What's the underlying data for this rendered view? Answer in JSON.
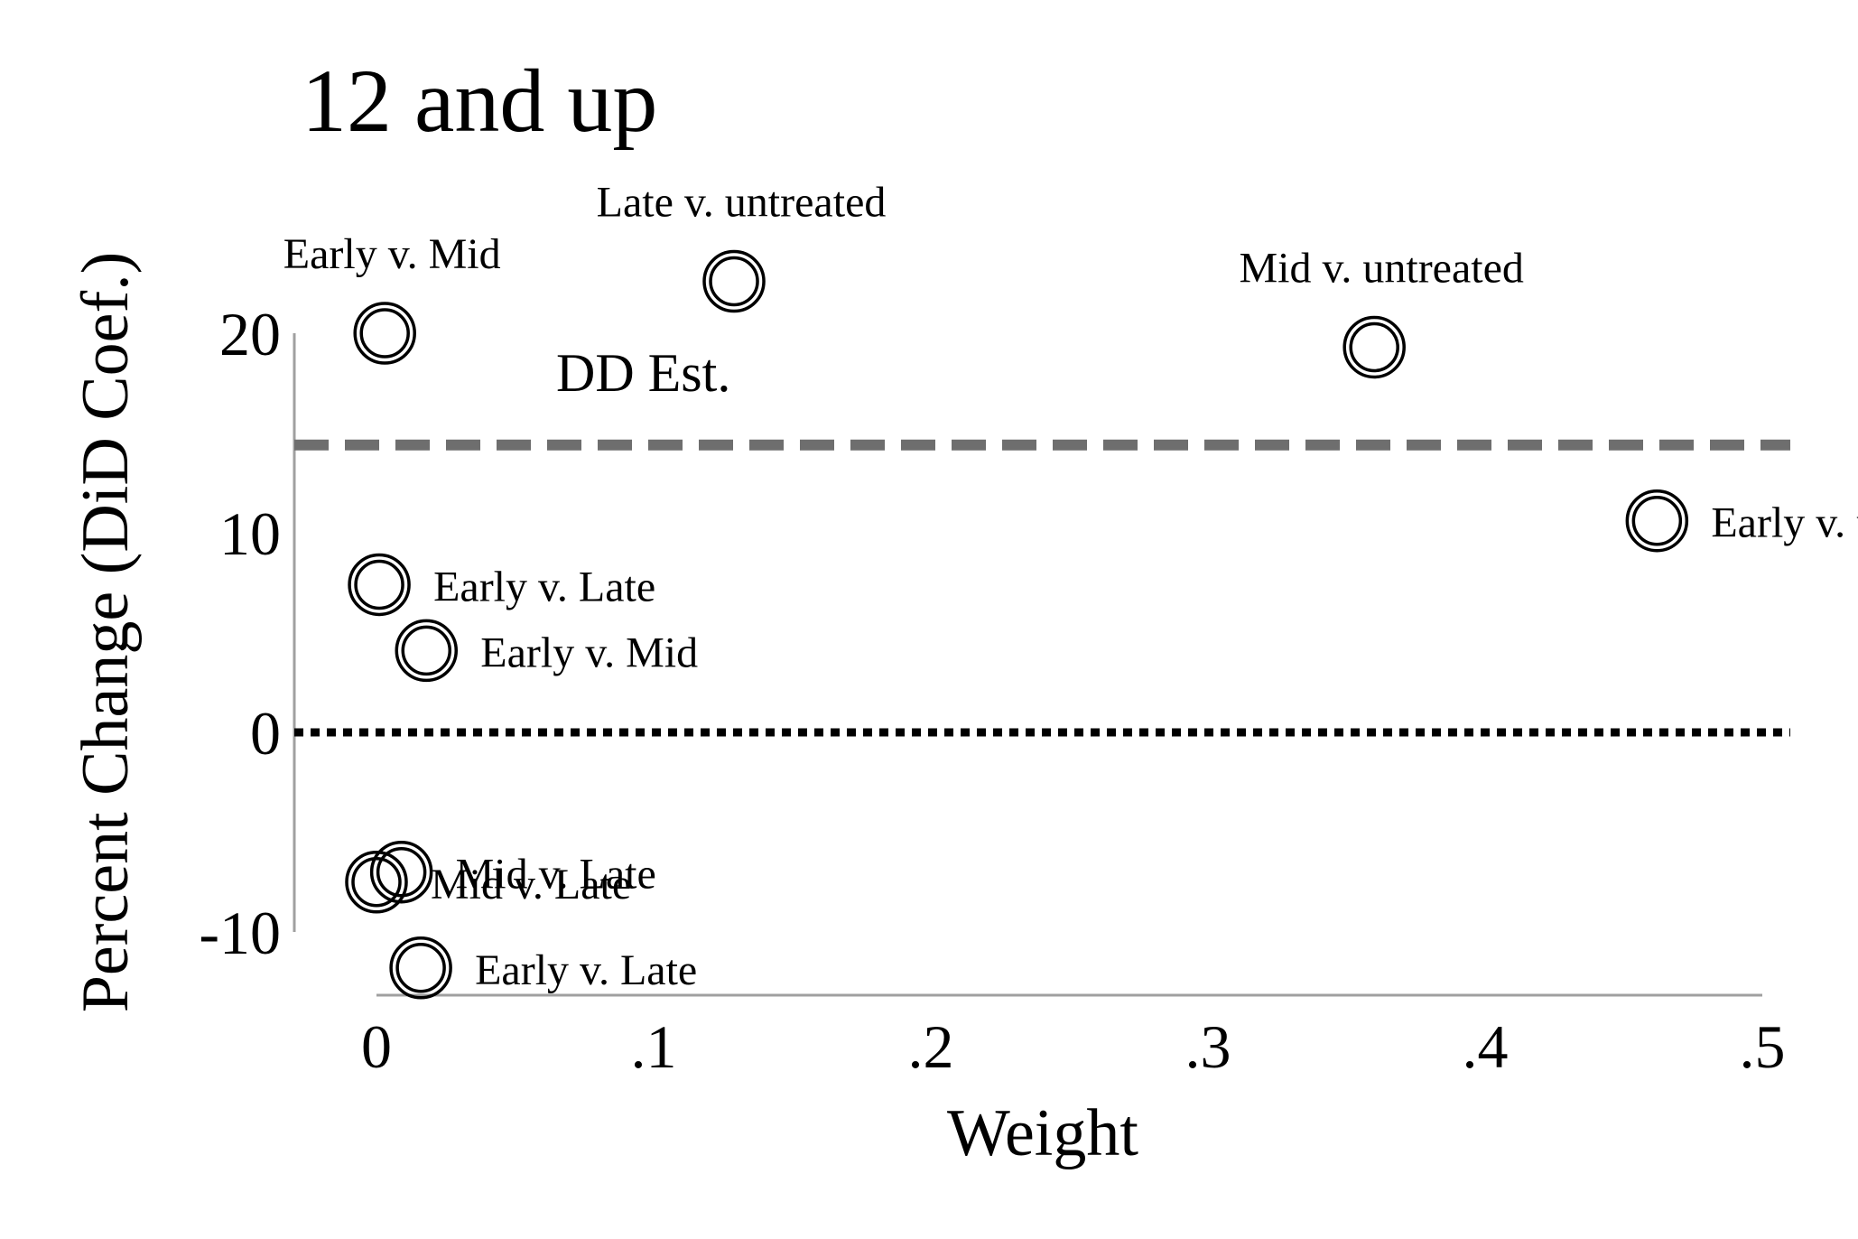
{
  "chart_data": {
    "type": "scatter",
    "title": "12 and up",
    "xlabel": "Weight",
    "ylabel": "Percent Change (DiD Coef.)",
    "xlim": [
      0,
      0.5
    ],
    "ylim": [
      -10,
      20
    ],
    "xticks": [
      {
        "value": 0,
        "label": "0"
      },
      {
        "value": 0.1,
        "label": ".1"
      },
      {
        "value": 0.2,
        "label": ".2"
      },
      {
        "value": 0.3,
        "label": ".3"
      },
      {
        "value": 0.4,
        "label": ".4"
      },
      {
        "value": 0.5,
        "label": ".5"
      }
    ],
    "yticks": [
      {
        "value": -10,
        "label": "-10"
      },
      {
        "value": 0,
        "label": "0"
      },
      {
        "value": 10,
        "label": "10"
      },
      {
        "value": 20,
        "label": "20"
      }
    ],
    "grid": false,
    "points": [
      {
        "x": 0.003,
        "y": 20.0,
        "label": "Early v. Mid",
        "label_pos": "above"
      },
      {
        "x": 0.129,
        "y": 22.6,
        "label": "Late v. untreated",
        "label_pos": "above"
      },
      {
        "x": 0.36,
        "y": 19.3,
        "label": "Mid v. untreated",
        "label_pos": "above"
      },
      {
        "x": 0.462,
        "y": 10.6,
        "label": "Early v. untreated",
        "label_pos": "right"
      },
      {
        "x": 0.001,
        "y": 7.4,
        "label": "Early v. Late",
        "label_pos": "right"
      },
      {
        "x": 0.018,
        "y": 4.1,
        "label": "Early v. Mid",
        "label_pos": "right"
      },
      {
        "x": 0.009,
        "y": -7.0,
        "label": "Mid v. Late",
        "label_pos": "right"
      },
      {
        "x": 0.0,
        "y": -7.5,
        "label": "Mid v. Late",
        "label_pos": "right"
      },
      {
        "x": 0.016,
        "y": -11.8,
        "label": "Early v. Late",
        "label_pos": "right"
      }
    ],
    "reference_lines": [
      {
        "orientation": "horizontal",
        "y": 14.4,
        "style": "dashed",
        "color": "#6e6e6e",
        "label": "DD Est."
      },
      {
        "orientation": "horizontal",
        "y": 0,
        "style": "dotted",
        "color": "#000000"
      }
    ],
    "colors": {
      "axis": "#a0a0a0",
      "marker": "#000000"
    }
  }
}
